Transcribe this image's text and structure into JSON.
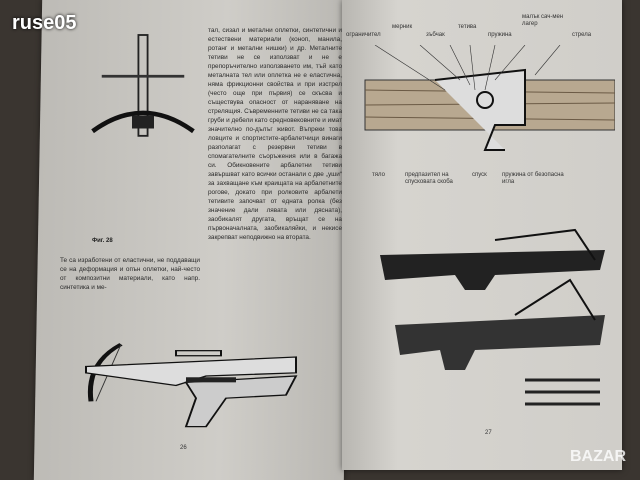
{
  "watermark": "ruse05",
  "logo": "BAZAR",
  "left_page": {
    "figure_caption": "Фиг. 28",
    "right_column": "тал, сизал и метални оплетки, синтетични и естествени материали (коноп, манила, ротанг и метални нишки) и др. Металните тетиви не се използват и не е препоръчително използването им, тъй като металната тел или оплетка не е еластична, няма фрикционни свойства и при изстрел (често още при първия) се скъсва и съществува опасност от нараняване на стрелящия. Съвременните тетиви не са така груби и дебели като средновековните и имат значително по-дълъг живот. Въпреки това ловците и спортистите-арбалетчици винаги разполагат с резервни тетиви в спомагателните съоръжения или в багажа си. Обикновените арбалетни тетиви завършват като всички останали с две „уши“ за захващане към краищата на арбалетните рогове, докато при ролковите арбалети тетивите започват от едната ролка (без значение дали лявата или дясната), заобикалят другата, връщат се на първоначалната, заобикаляйки, и некисе закрепват неподвижно на втората.",
    "left_column": "Те са изработени от еластични, не поддаващи се на деформация и опън оплетки, най-често от композитни материали, като напр. синтетика и ме-",
    "page_number": "26"
  },
  "right_page": {
    "top_labels": [
      "ограничител",
      "мерник",
      "зъбчак",
      "тетива",
      "пружина",
      "малък сач-мен лагер",
      "стрела"
    ],
    "bottom_labels": [
      "тяло",
      "предпазител на спусковата скоба",
      "спуск",
      "пружина от безопасна игла"
    ],
    "page_number": "27"
  }
}
